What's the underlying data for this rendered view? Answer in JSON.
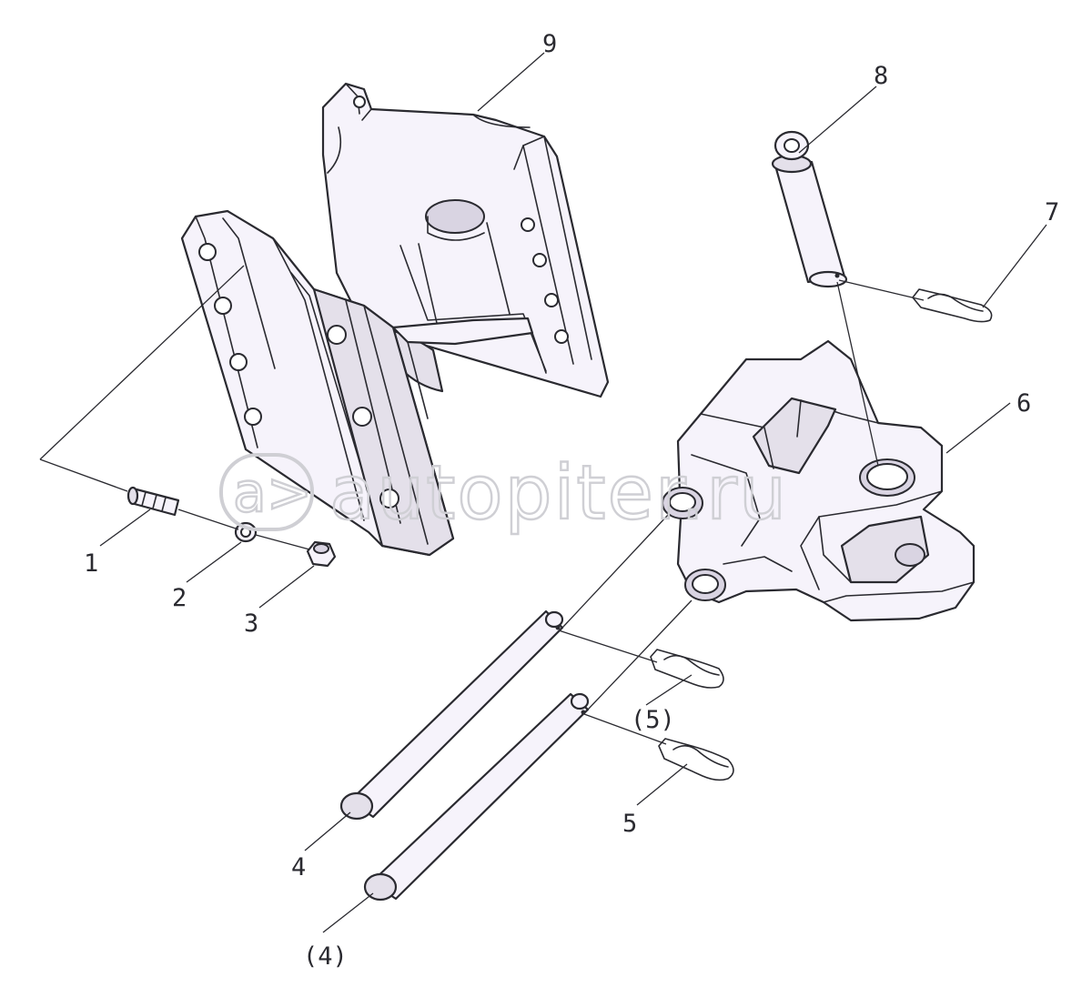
{
  "callouts": {
    "c1": "1",
    "c2": "2",
    "c3": "3",
    "c4": "4",
    "c4p": "(4)",
    "c5": "5",
    "c5p": "(5)",
    "c6": "6",
    "c7": "7",
    "c8": "8",
    "c9": "9"
  },
  "watermark": {
    "logo_glyph": "a>",
    "text": "autopiter.ru"
  }
}
